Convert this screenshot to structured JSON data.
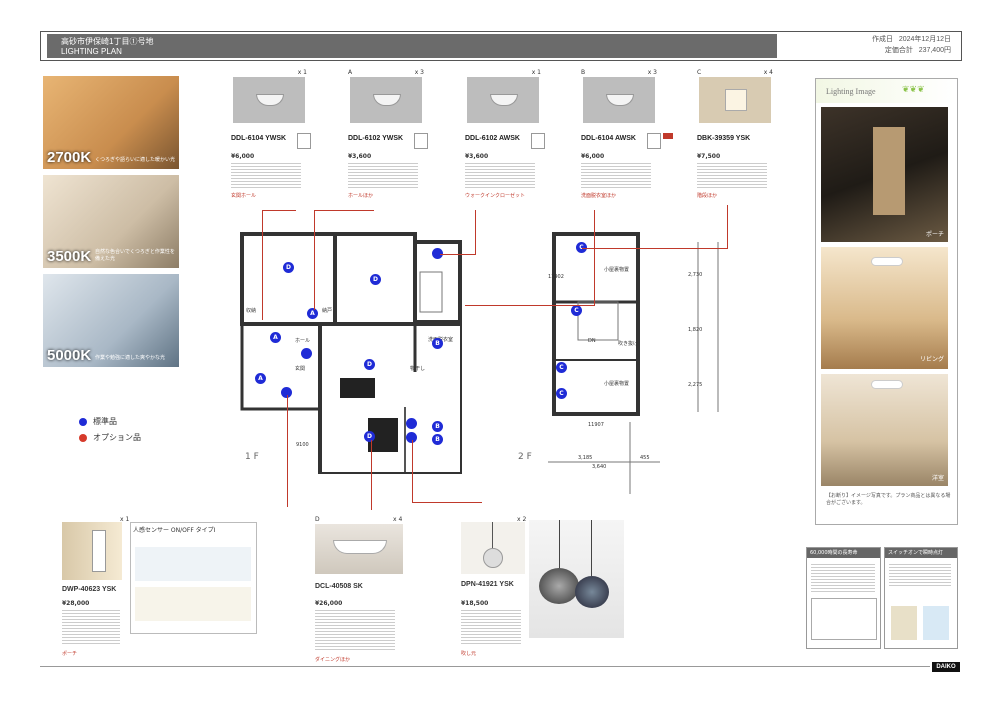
{
  "header": {
    "title_line1": "高砂市伊保崎1丁目①号地",
    "title_line2": "LIGHTING PLAN",
    "created_label": "作成日",
    "created_value": "2024年12月12日",
    "total_label": "定価合計",
    "total_value": "237,400円"
  },
  "color_temps": [
    {
      "value": "2700K",
      "caption": "くつろぎや語らいに適した暖かい光"
    },
    {
      "value": "3500K",
      "caption": "自然な色合いでくつろぎと作業性を備えた光"
    },
    {
      "value": "5000K",
      "caption": "作業や勉強に適した爽やかな光"
    }
  ],
  "legend": [
    {
      "label": "標準品",
      "color": "#1f2bd6"
    },
    {
      "label": "オプション品",
      "color": "#d63a2b"
    }
  ],
  "products_top": [
    {
      "qty": "x 1",
      "symbol": "",
      "code": "DDL-6104 YWSK",
      "price": "¥6,000",
      "place": "玄関ホール"
    },
    {
      "qty": "x 3",
      "symbol": "A",
      "code": "DDL-6102 YWSK",
      "price": "¥3,600",
      "place": "ホールほか"
    },
    {
      "qty": "x 1",
      "symbol": "",
      "code": "DDL-6102 AWSK",
      "price": "¥3,600",
      "place": "ウォークインクローゼット"
    },
    {
      "qty": "x 3",
      "symbol": "B",
      "code": "DDL-6104 AWSK",
      "price": "¥6,000",
      "place": "洗面脱衣室ほか"
    },
    {
      "qty": "x 4",
      "symbol": "C",
      "code": "DBK-39359 YSK",
      "price": "¥7,500",
      "place": "階段ほか"
    }
  ],
  "products_bottom": [
    {
      "qty": "x 1",
      "code": "DWP-40623 YSK",
      "price": "¥28,000",
      "place": "ポーチ",
      "sensor_title": "人感センサー  ON/OFF タイプⅠ"
    },
    {
      "qty": "x 4",
      "symbol": "D",
      "code": "DCL-40508 SK",
      "price": "¥26,000",
      "place": "ダイニングほか"
    },
    {
      "qty": "x 2",
      "code": "DPN-41921 YSK",
      "price": "¥18,500",
      "place": "吹し元"
    }
  ],
  "plan1": {
    "floor_label": "1 F",
    "rooms": [
      "ホール",
      "玄関",
      "収納",
      "物干し",
      "洗面脱衣室",
      "納戸"
    ],
    "dim": "9100"
  },
  "plan2": {
    "floor_label": "2 F",
    "rooms": [
      "小屋裏物置",
      "小屋裏物置",
      "DN",
      "吹き抜け"
    ],
    "dims": [
      "3,185",
      "3,640",
      "455",
      "2,730",
      "1,820",
      "2,275",
      "11907",
      "11902"
    ]
  },
  "image_panel": {
    "title": "Lighting Image",
    "captions": [
      "ポーチ",
      "リビング",
      "洋室"
    ],
    "note": "【お断り】イメージ写真です。プラン商品とは異なる場合がございます。"
  },
  "bottom_right": {
    "box1_title": "60,000時間の長寿命",
    "box2_title": "スイッチオンで瞬時点灯"
  },
  "logo": "DAIKO"
}
